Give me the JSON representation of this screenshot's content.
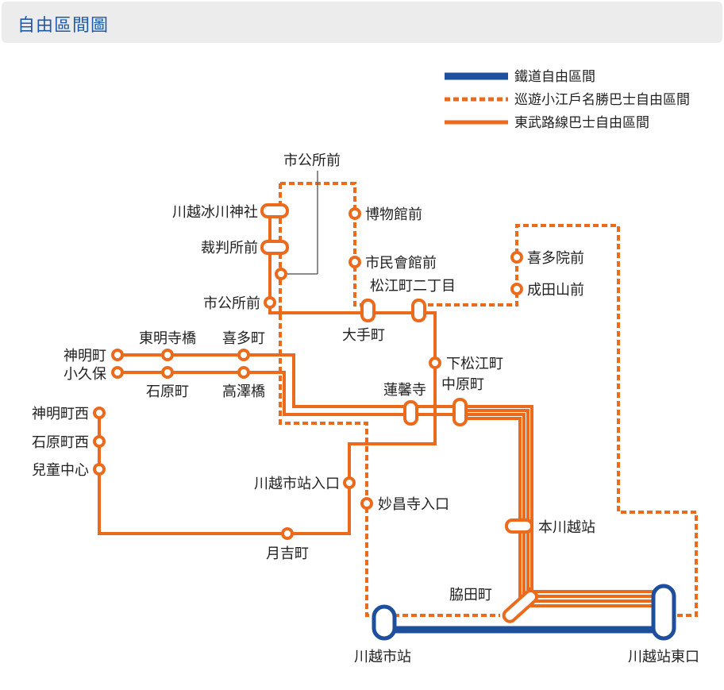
{
  "header": {
    "title": "自由區間圖"
  },
  "legend": {
    "rail": "鐵道自由區間",
    "koedo_bus": "巡遊小江戶名勝巴士自由區間",
    "tobu_bus": "東武路線巴士自由區間"
  },
  "colors": {
    "rail": "#1d4f9c",
    "bus": "#ec6a1c"
  },
  "stations": {
    "shiyakusho_top": "市公所前",
    "hikawa": "川越冰川神社",
    "saibansho": "裁判所前",
    "shiyakusho": "市公所前",
    "hakubutsukan": "博物館前",
    "shimin": "市民會館前",
    "matsue2": "松江町二丁目",
    "otemachi": "大手町",
    "kita": "喜多院前",
    "naritasan": "成田山前",
    "shinmeicho": "神明町",
    "kokubo": "小久保",
    "tomyoji": "東明寺橋",
    "kitamachi": "喜多町",
    "ishiharacho": "石原町",
    "takasawa": "高澤橋",
    "shimomatsue": "下松江町",
    "renkeiji": "蓮馨寺",
    "nakahara": "中原町",
    "shinmei_nishi": "神明町西",
    "ishihara_nishi": "石原町西",
    "jido": "兒童中心",
    "kawagoeshi_iriguchi": "川越市站入口",
    "myoshoji": "妙昌寺入口",
    "tsukiyoshi": "月吉町",
    "honkawagoe": "本川越站",
    "wakita": "脇田町",
    "kawagoeshi": "川越市站",
    "kawagoe_east": "川越站東口"
  }
}
